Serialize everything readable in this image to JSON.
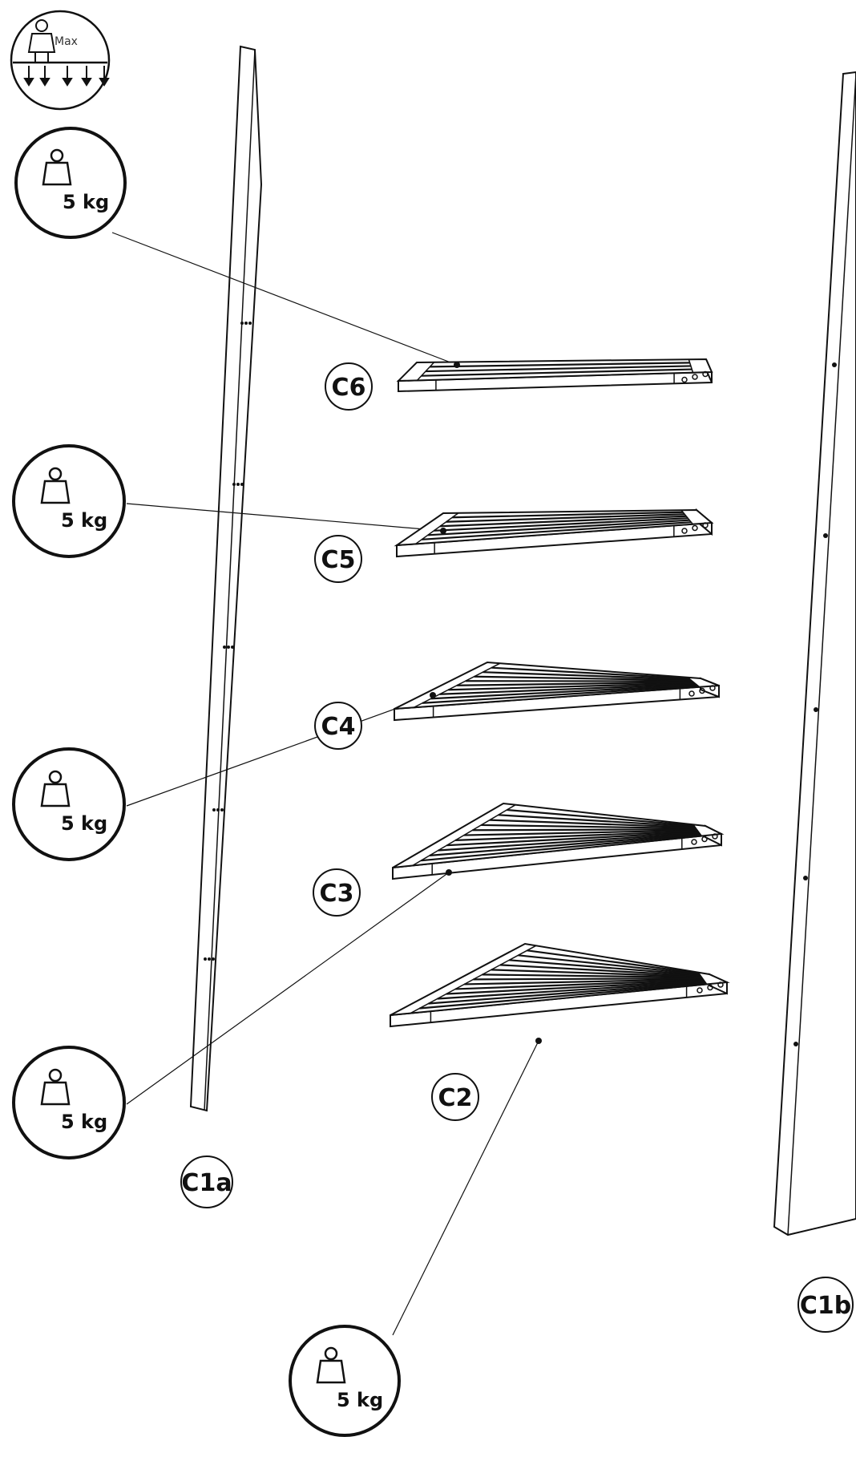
{
  "legend": {
    "max_label": "Max"
  },
  "load_badges": [
    {
      "id": "load-c6",
      "text": "5 kg"
    },
    {
      "id": "load-c5",
      "text": "5 kg"
    },
    {
      "id": "load-c4",
      "text": "5 kg"
    },
    {
      "id": "load-c3",
      "text": "5 kg"
    },
    {
      "id": "load-c2",
      "text": "5 kg"
    }
  ],
  "shelves": [
    {
      "id": "C6",
      "label": "C6",
      "slats": 3
    },
    {
      "id": "C5",
      "label": "C5",
      "slats": 6
    },
    {
      "id": "C4",
      "label": "C4",
      "slats": 9
    },
    {
      "id": "C3",
      "label": "C3",
      "slats": 11
    },
    {
      "id": "C2",
      "label": "C2",
      "slats": 13
    }
  ],
  "legs": [
    {
      "id": "C1a",
      "label": "C1a"
    },
    {
      "id": "C1b",
      "label": "C1b"
    }
  ]
}
